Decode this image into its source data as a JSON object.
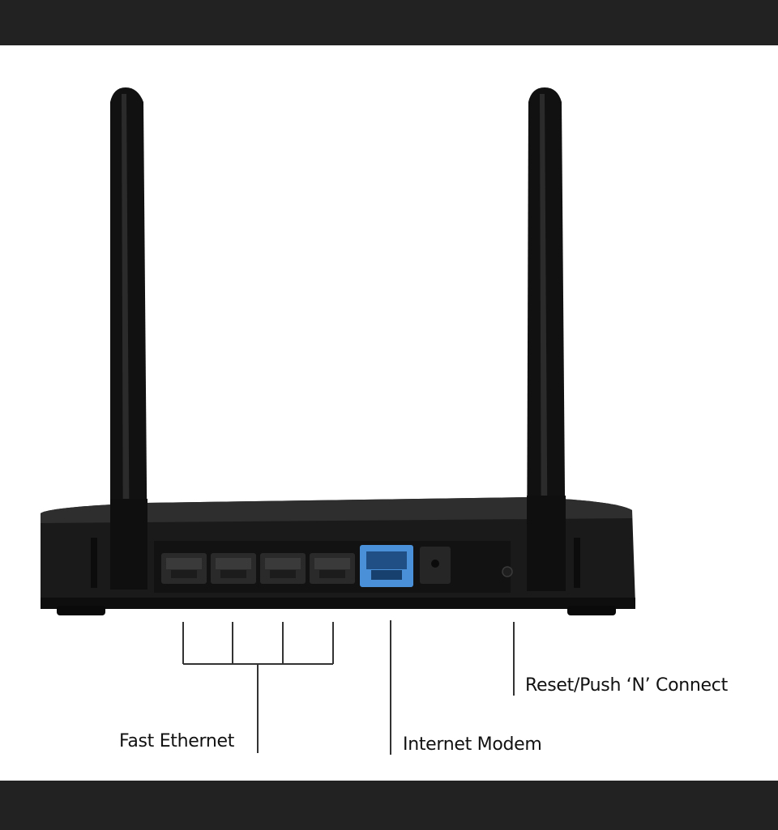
{
  "figure": {
    "labels": {
      "fast_ethernet": "Fast Ethernet",
      "internet_modem": "Internet Modem",
      "reset_connect": "Reset/Push ‘N’ Connect"
    },
    "colors": {
      "router_body": "#161616",
      "antenna": "#111111",
      "lan_port": "#2a2a2a",
      "wan_port": "#4a90d9",
      "leader_line": "#333333",
      "background": "#ffffff",
      "frame": "#222222"
    }
  }
}
